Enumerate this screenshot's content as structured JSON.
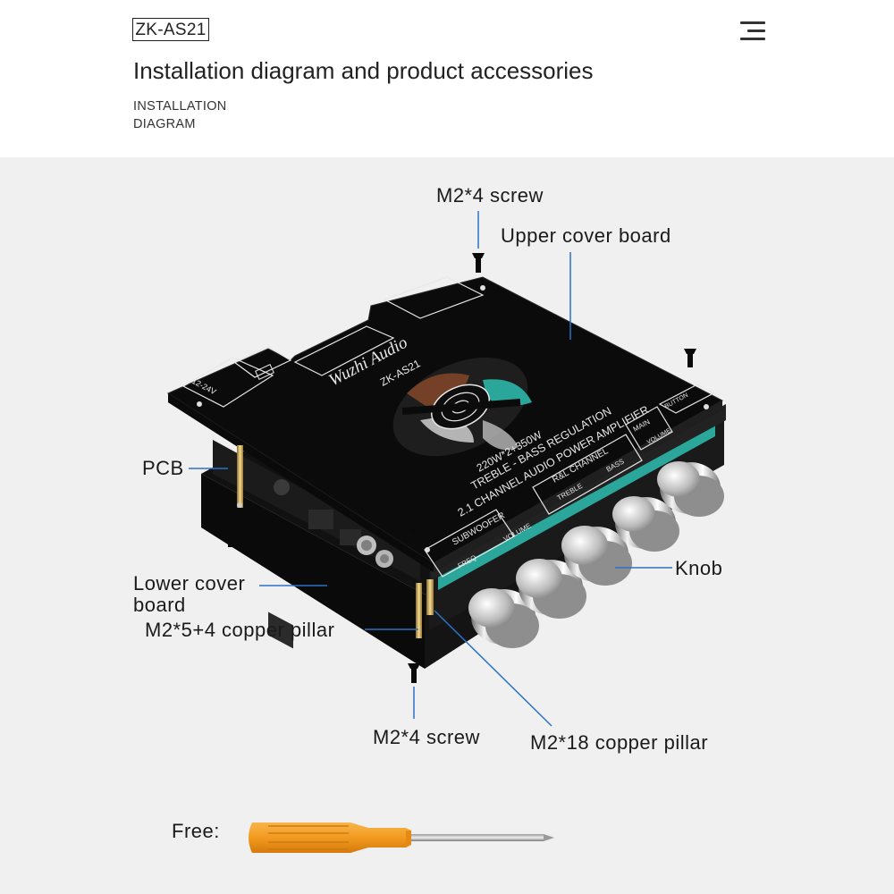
{
  "header": {
    "model": "ZK-AS21",
    "title": "Installation diagram and product accessories",
    "subtitle_line1": "INSTALLATION",
    "subtitle_line2": "DIAGRAM"
  },
  "labels": {
    "screw_top": "M2*4 screw",
    "upper_cover": "Upper cover board",
    "pcb": "PCB",
    "knob": "Knob",
    "lower_cover_line1": "Lower cover",
    "lower_cover_line2": "board",
    "pillar_small": "M2*5+4 copper pillar",
    "screw_bottom": "M2*4 screw",
    "pillar_long": "M2*18 copper pillar",
    "free": "Free:"
  },
  "board": {
    "brand": "Wuzhi Audio",
    "model": "ZK-AS21",
    "power": "220W*2+350W",
    "line1": "TREBLE - BASS REGULATION",
    "line2": "2.1 CHANNEL AUDIO POWER AMPLIFIER",
    "subwoofer": "SUBWOOFER",
    "freq": "FREQ",
    "volume": "VOLUME",
    "rl_channel": "R&L CHANNEL",
    "treble": "TREBLE",
    "bass": "BASS",
    "main": "MAIN",
    "main_volume": "VOLUME",
    "voltage": "12-24V",
    "button": "BUTTON"
  },
  "colors": {
    "board": "#0b0b0b",
    "silkscreen": "#e8e8e8",
    "leader_line": "#2a72c6",
    "background": "#f0f0f0",
    "screwdriver_handle": "#f29a1f",
    "chrome": "#c9c9c9"
  }
}
